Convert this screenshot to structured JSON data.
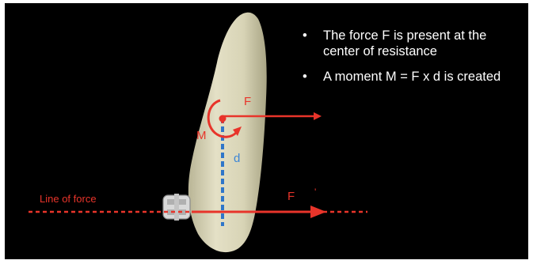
{
  "bullets": [
    {
      "symbol": "•",
      "text": "The force F  is present at the center of resistance"
    },
    {
      "symbol": "•",
      "text": "A moment  M = F x d is created"
    }
  ],
  "labels": {
    "force_top": "F",
    "moment": "M",
    "distance": "d",
    "line_of_force": "Line of force",
    "force_bottom": "F",
    "force_bottom_mark": "'"
  },
  "colors": {
    "background": "#000000",
    "force_red": "#e8342a",
    "distance_blue": "#3d86d6",
    "tooth": "#ddd9bc",
    "text": "#ffffff"
  }
}
